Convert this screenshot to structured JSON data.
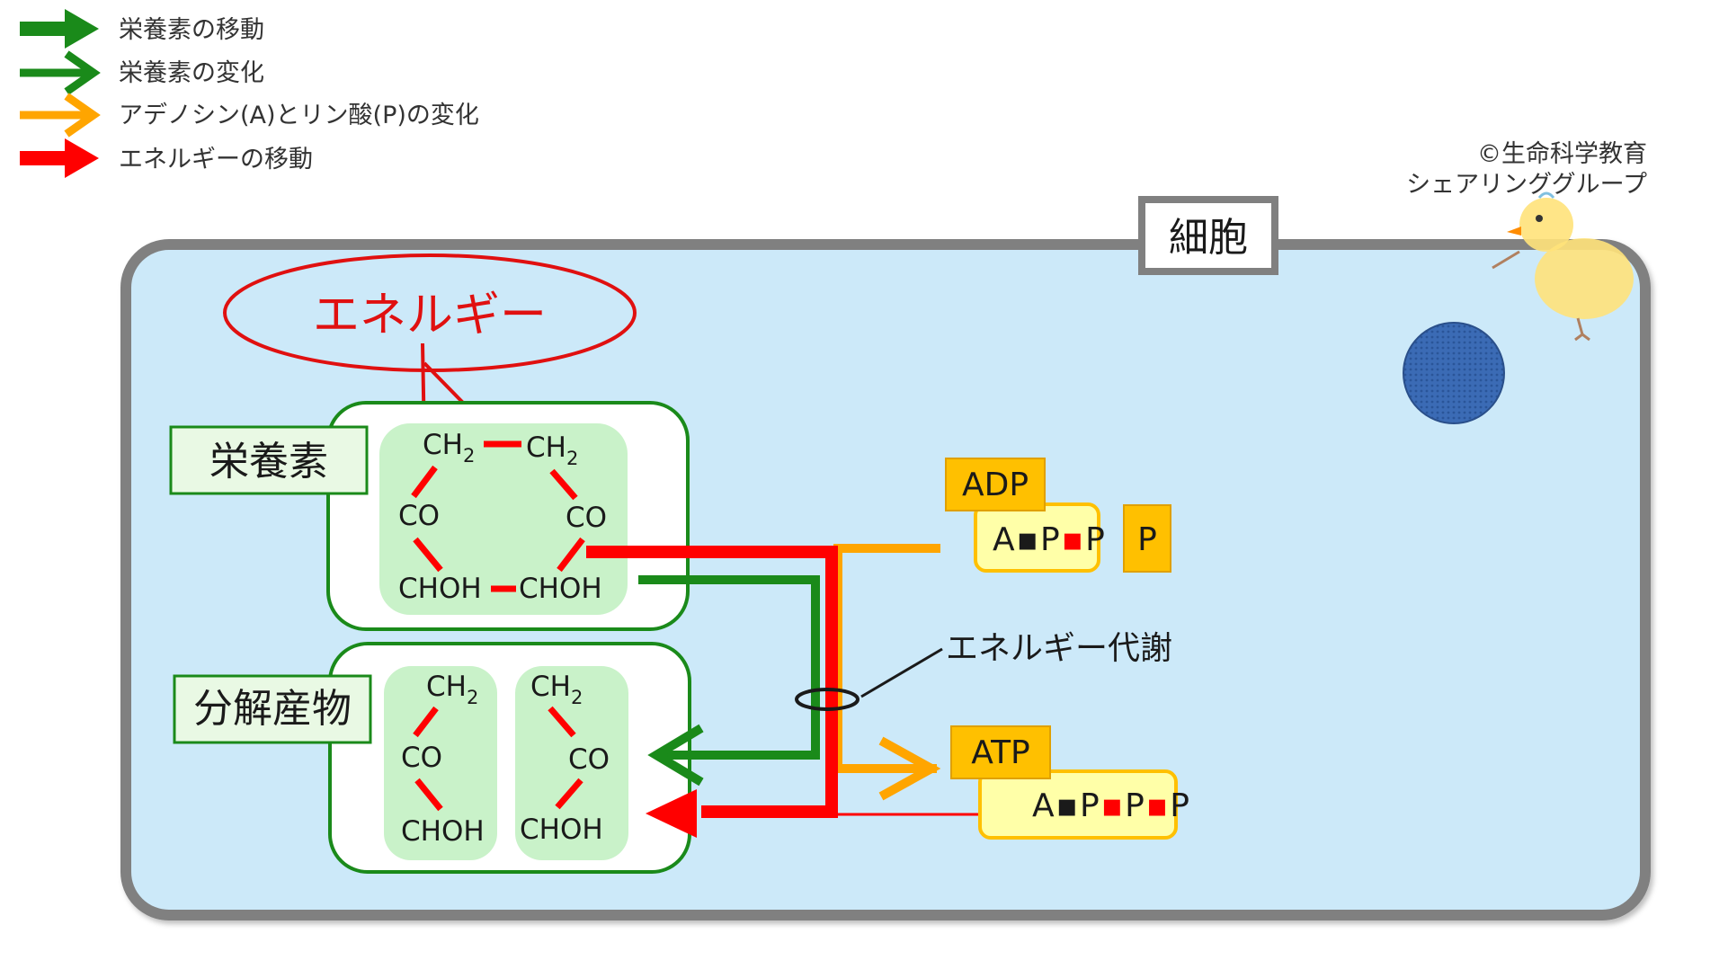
{
  "legend": {
    "items": [
      {
        "label": "栄養素の移動",
        "color": "#1a8a1a"
      },
      {
        "label": "栄養素の変化",
        "color": "#1a8a1a"
      },
      {
        "label": "アデノシン(A)とリン酸(P)の変化",
        "color": "#ffa500"
      },
      {
        "label": "エネルギーの移動",
        "color": "#ff0000"
      }
    ]
  },
  "credit": {
    "line1": "©生命科学教育",
    "line2": "シェアリンググループ"
  },
  "cell": {
    "label": "細胞",
    "fill": "#cce9f9",
    "border": "#808080"
  },
  "energy_bubble": {
    "label": "エネルギー",
    "color": "#e01010"
  },
  "nutrient": {
    "label": "栄養素",
    "ch2_left": "CH",
    "ch2_right": "CH",
    "sub": "2",
    "co_left": "CO",
    "co_right": "CO",
    "choh_left": "CHOH",
    "choh_right": "CHOH"
  },
  "product": {
    "label": "分解産物",
    "left": {
      "ch2": "CH",
      "sub": "2",
      "co": "CO",
      "choh": "CHOH"
    },
    "right": {
      "ch2": "CH",
      "sub": "2",
      "co": "CO",
      "choh": "CHOH"
    }
  },
  "adp": {
    "label": "ADP",
    "formula": [
      "A",
      "P",
      "P"
    ]
  },
  "phosphate": {
    "label": "P"
  },
  "atp": {
    "label": "ATP",
    "formula": [
      "A",
      "P",
      "P",
      "P"
    ]
  },
  "metabolism_label": "エネルギー代謝",
  "colors": {
    "green": "#1a8a1a",
    "red": "#ff0000",
    "orange": "#ffa500",
    "box_orange": "#ffc000",
    "box_yellow": "#ffffa8",
    "mol_fill": "#c9f2c9",
    "label_fill": "#e9f9e4"
  },
  "icons": {
    "nucleus": "nucleus-circle",
    "mascot": "chick-mascot"
  }
}
